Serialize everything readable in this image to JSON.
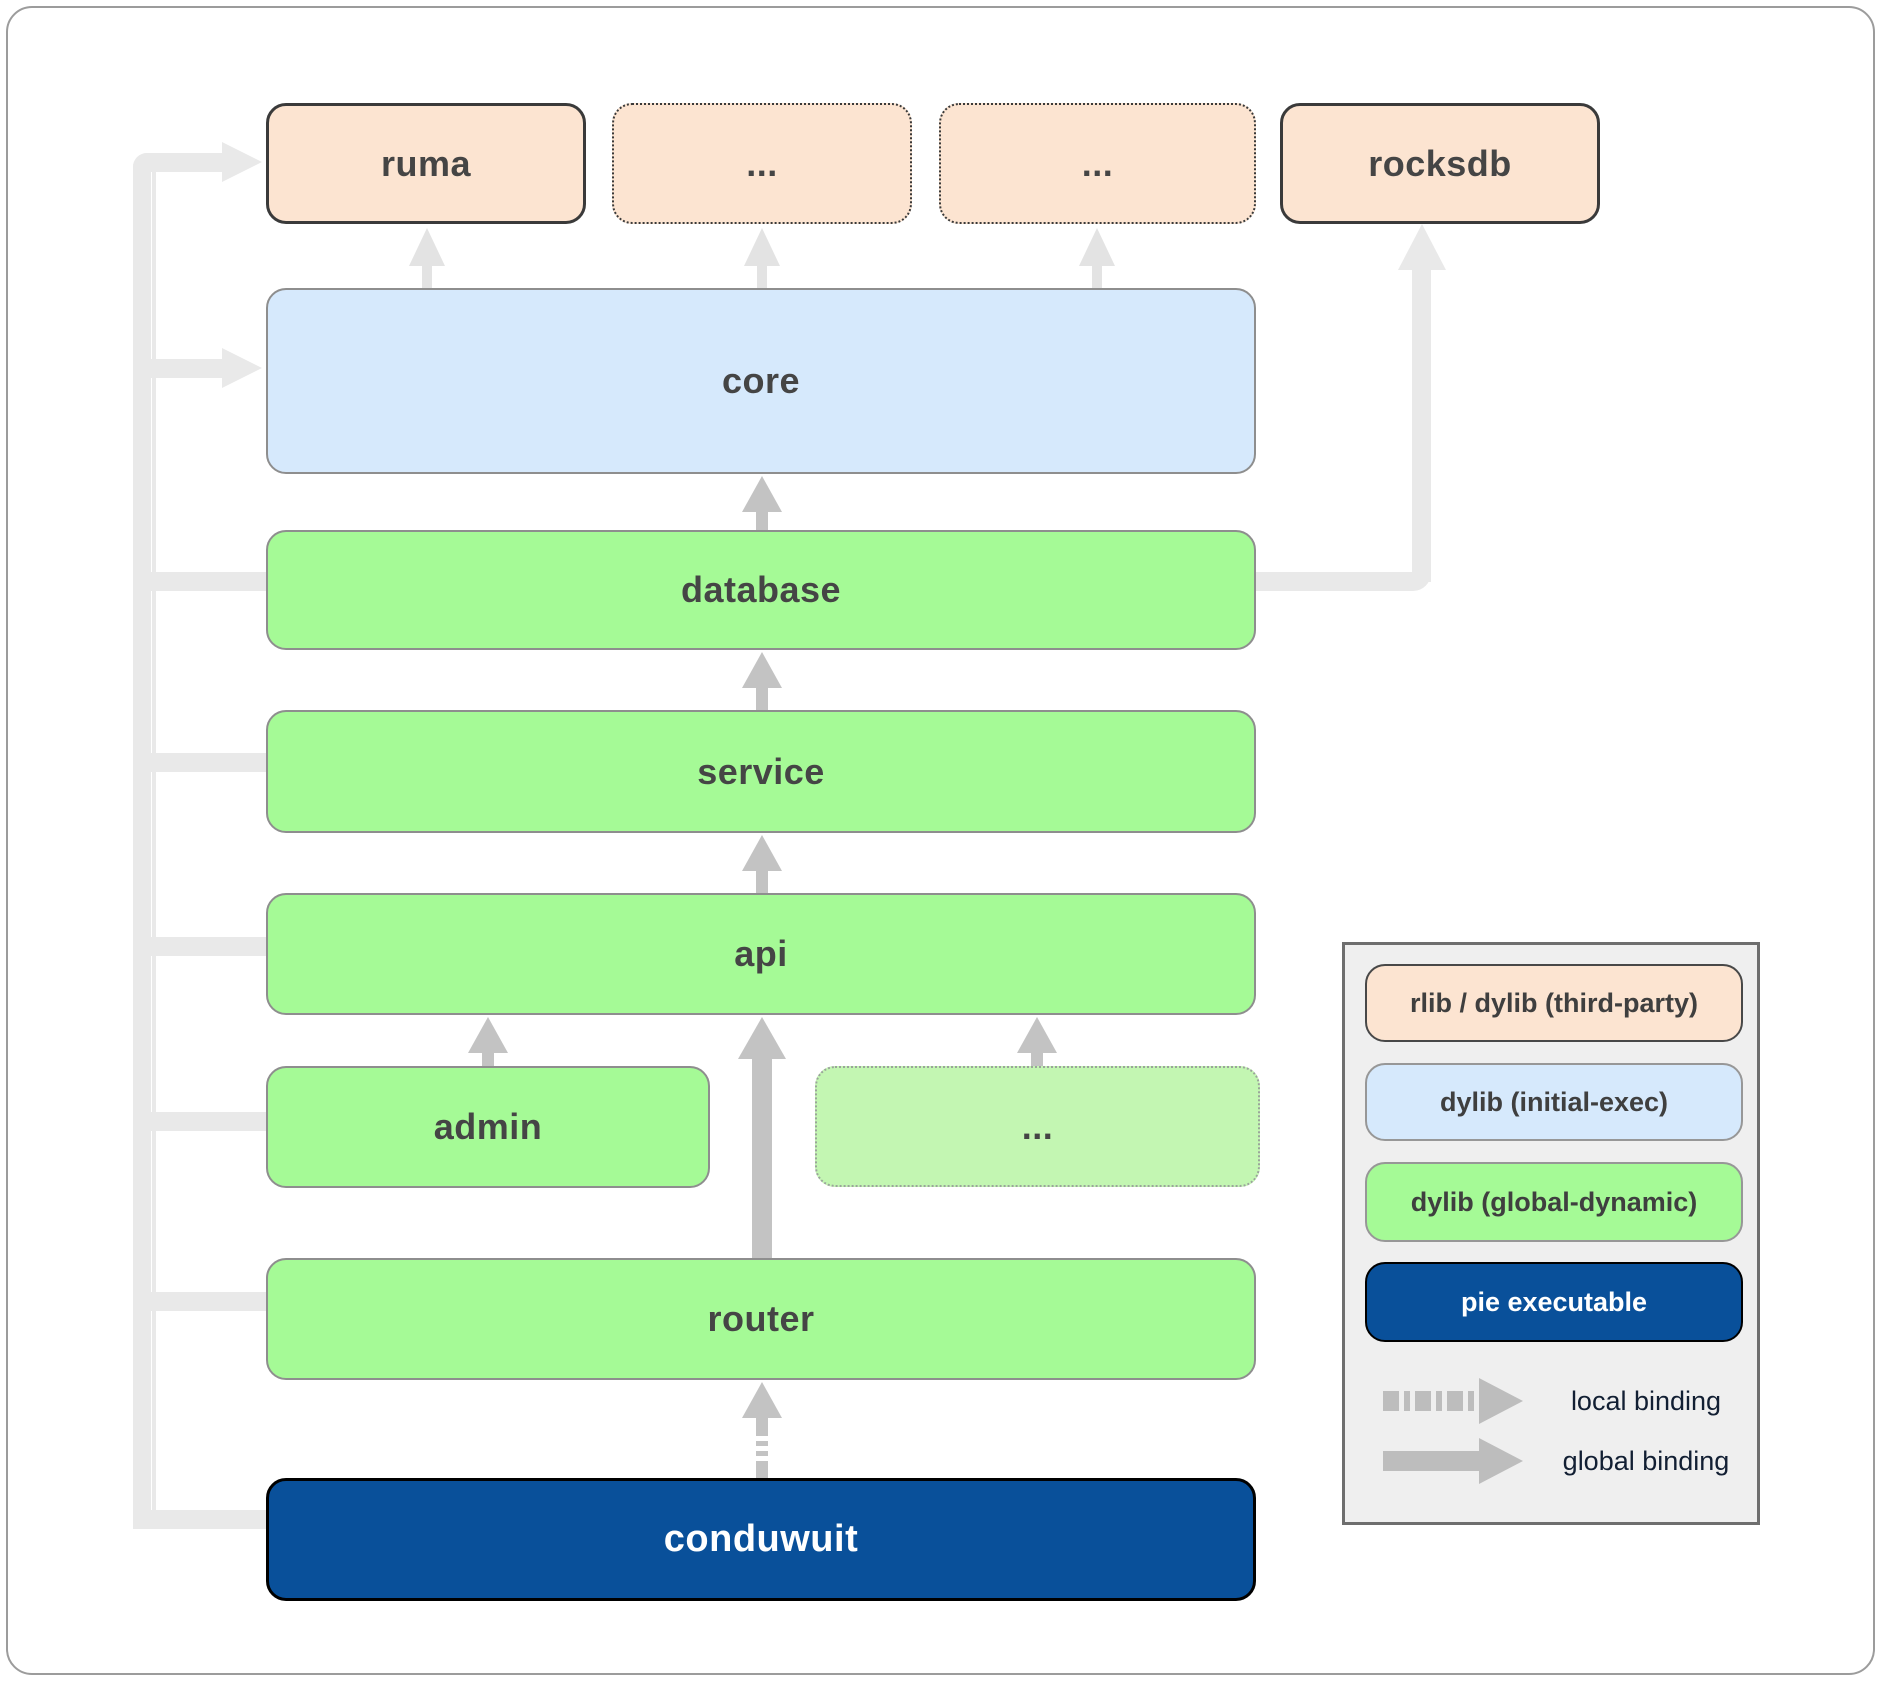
{
  "nodes": {
    "ruma": {
      "label": "ruma"
    },
    "dots_top_1": {
      "label": "..."
    },
    "dots_top_2": {
      "label": "..."
    },
    "rocksdb": {
      "label": "rocksdb"
    },
    "core": {
      "label": "core"
    },
    "database": {
      "label": "database"
    },
    "service": {
      "label": "service"
    },
    "api": {
      "label": "api"
    },
    "admin": {
      "label": "admin"
    },
    "dots_mid": {
      "label": "..."
    },
    "router": {
      "label": "router"
    },
    "conduwuit": {
      "label": "conduwuit"
    }
  },
  "legend": {
    "items": [
      {
        "label": "rlib / dylib (third-party)",
        "color": "#fce4d1"
      },
      {
        "label": "dylib (initial-exec)",
        "color": "#d6e9fc"
      },
      {
        "label": "dylib (global-dynamic)",
        "color": "#a5fa96"
      },
      {
        "label": "pie executable",
        "color": "#09509a"
      }
    ],
    "bindings": [
      {
        "label": "local binding",
        "style": "dashed"
      },
      {
        "label": "global binding",
        "style": "solid"
      }
    ]
  },
  "colors": {
    "third_party_fill": "#fce4d1",
    "initial_exec_fill": "#d6e9fc",
    "global_dynamic_fill": "#a5fa96",
    "global_dynamic_alt_fill": "#c3f6b2",
    "pie_executable_fill": "#09509a",
    "binding_arrow": "#c3c3c3",
    "weak_edge": "#e9e9e9"
  }
}
